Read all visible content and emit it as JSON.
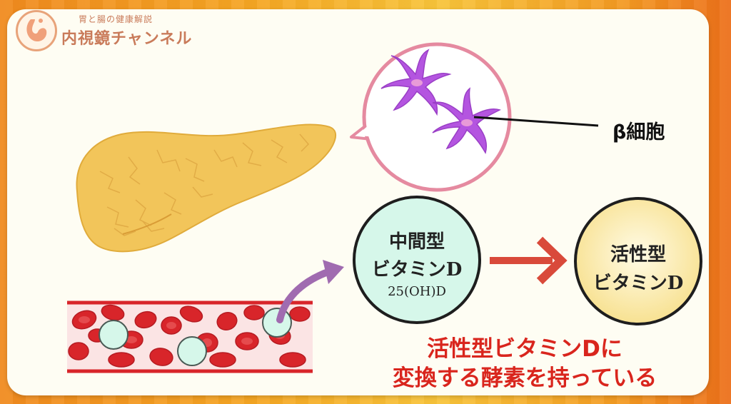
{
  "logo": {
    "small_text": "胃と腸の健康解説",
    "channel_name": "内視鏡チャンネル"
  },
  "labels": {
    "beta_cell": "β細胞"
  },
  "intermediate_circle": {
    "line1": "中間型",
    "line2": "ビタミンD",
    "line3": "25(OH)D"
  },
  "active_circle": {
    "line1": "活性型",
    "line2": "ビタミンD"
  },
  "caption": {
    "line1": "活性型ビタミンDに",
    "line2": "変換する酵素を持っている"
  },
  "colors": {
    "caption": "#d9251d",
    "intermediate_fill": "#d6f7ea",
    "active_fill": "#fbeaa8",
    "arrow": "#d94a3a",
    "curved_arrow": "#a06bb0",
    "pancreas": "#f2c55a",
    "beta_cell": "#b455e0",
    "blood_cell": "#d8252a"
  }
}
